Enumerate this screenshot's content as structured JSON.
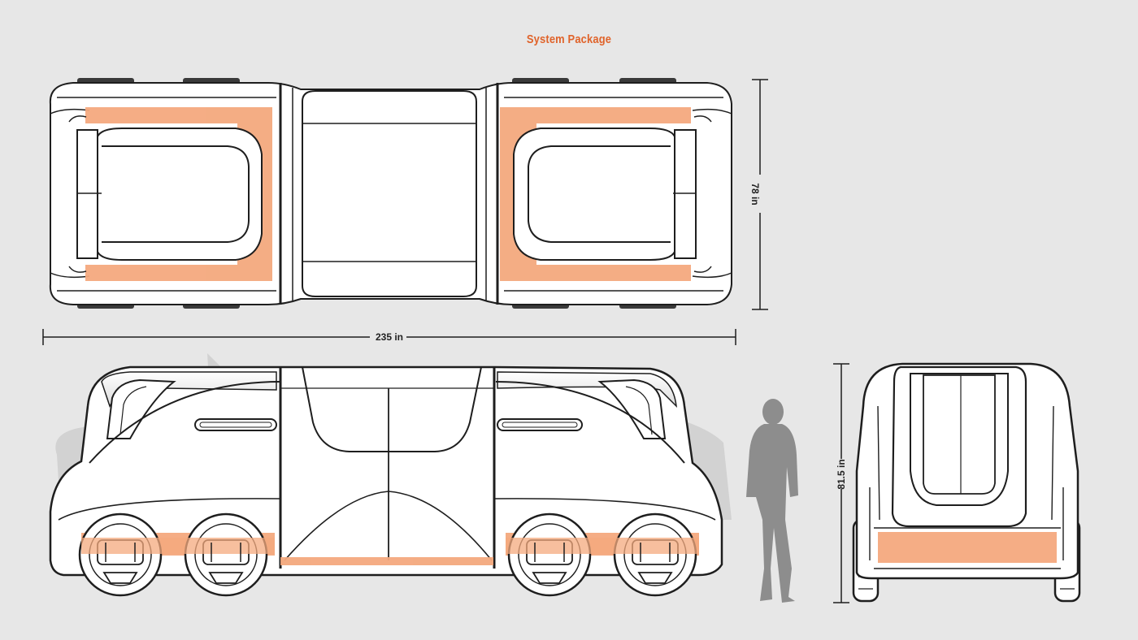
{
  "title": "System Package",
  "colors": {
    "accent": "#e0632a",
    "package_fill": "#f4a97e",
    "line": "#1e1e1e",
    "body": "#ffffff",
    "background": "#e7e7e7",
    "silhouette": "#8d8d8d"
  },
  "dimensions": {
    "length": "235 in",
    "width": "78 in",
    "height": "81.5 in"
  },
  "views": [
    "top-view",
    "side-view",
    "rear-view"
  ]
}
